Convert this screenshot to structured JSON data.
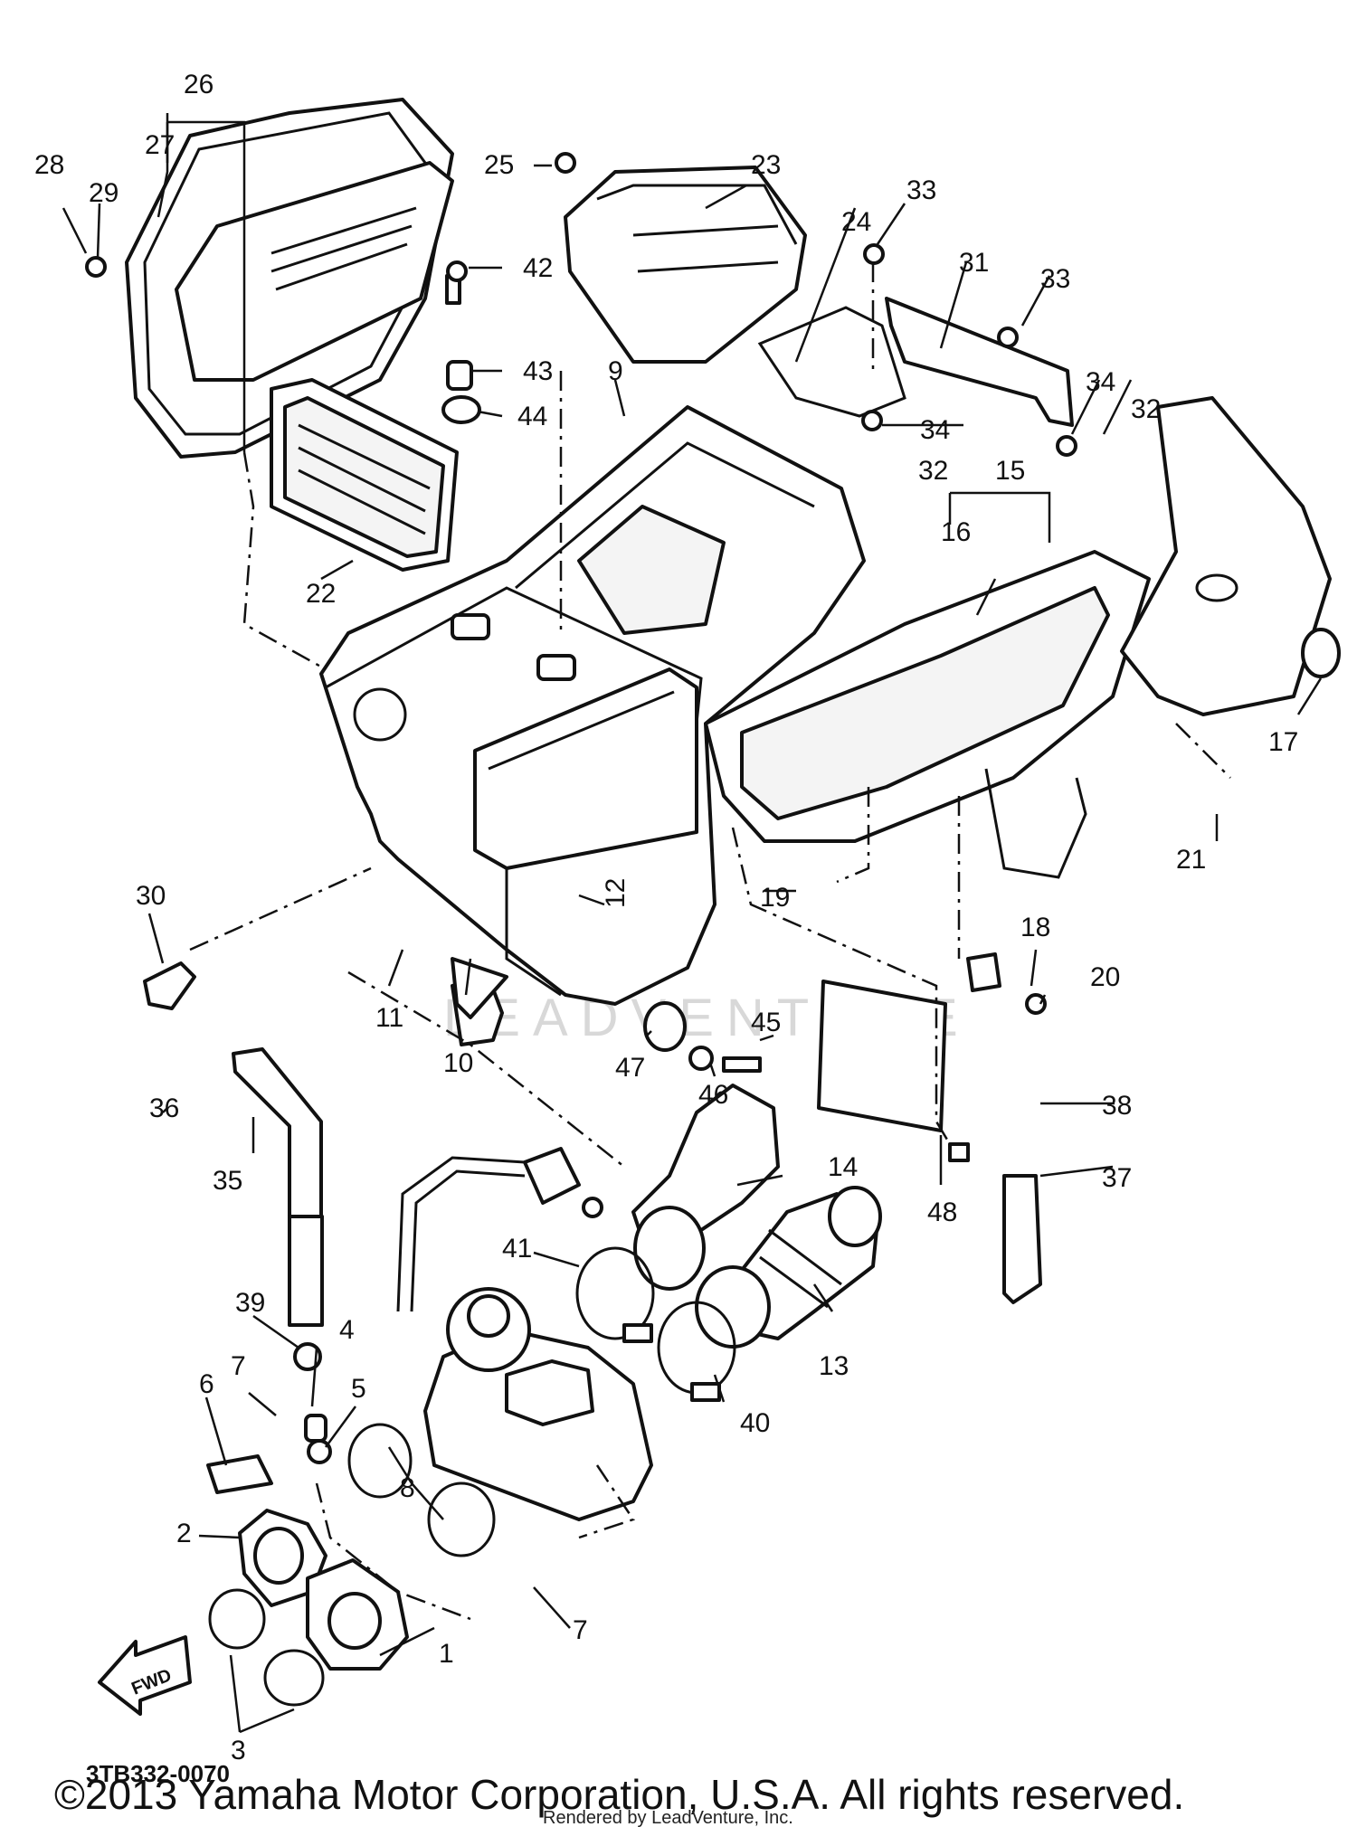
{
  "diagram_code": "3TB332-0070",
  "copyright": "©2013 Yamaha Motor Corporation, U.S.A. All rights reserved.",
  "rendered_by": "Rendered by LeadVenture, Inc.",
  "watermark": "LEADVENTURE",
  "fwd_label": "FWD",
  "callouts": [
    "1",
    "2",
    "3",
    "4",
    "5",
    "6",
    "7",
    "7",
    "8",
    "9",
    "10",
    "11",
    "12",
    "13",
    "14",
    "15",
    "16",
    "17",
    "18",
    "19",
    "20",
    "21",
    "22",
    "23",
    "24",
    "25",
    "26",
    "27",
    "28",
    "29",
    "30",
    "31",
    "32",
    "32",
    "33",
    "33",
    "34",
    "34",
    "35",
    "36",
    "37",
    "38",
    "39",
    "40",
    "41",
    "42",
    "43",
    "44",
    "45",
    "46",
    "47",
    "48"
  ]
}
